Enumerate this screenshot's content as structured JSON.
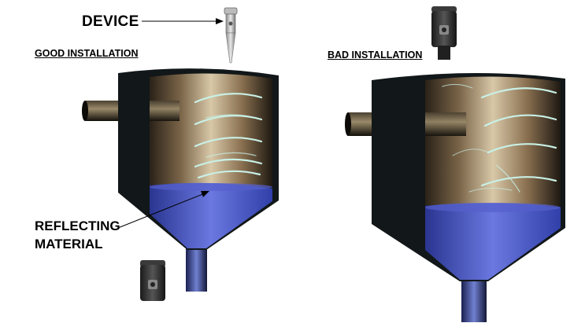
{
  "labels": {
    "device": "DEVICE",
    "good_installation": "GOOD INSTALLATION",
    "bad_installation": "BAD INSTALLATION",
    "reflecting_line1": "REFLECTING",
    "reflecting_line2": "MATERIAL"
  },
  "colors": {
    "tank_dark": "#141a1c",
    "tank_metal": "#a08660",
    "material_blue": "#3a45b5",
    "wave": "#c8f0e6"
  }
}
